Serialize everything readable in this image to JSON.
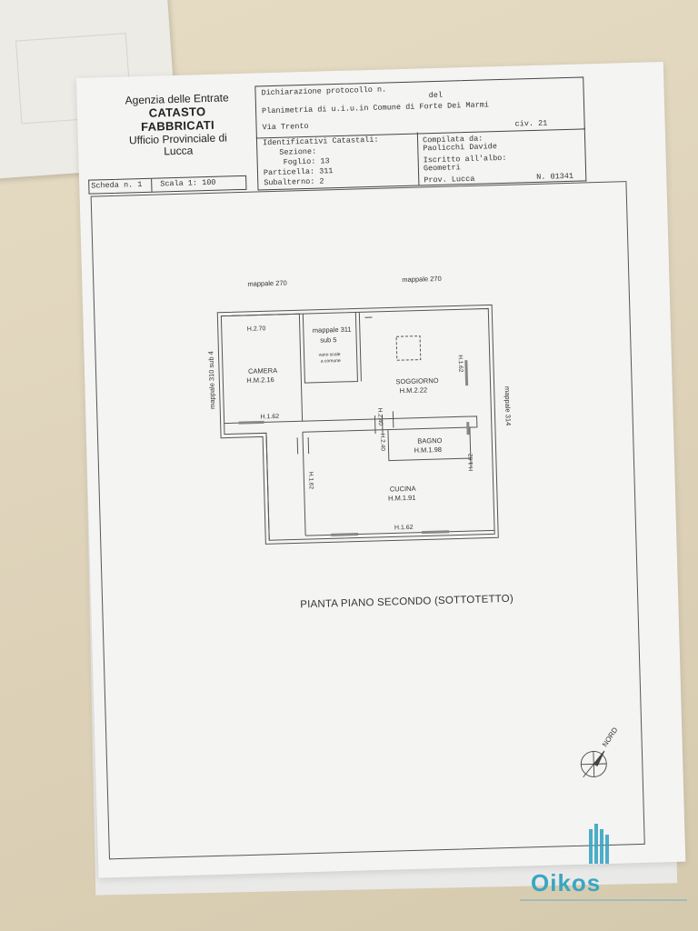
{
  "header_left": {
    "line1": "Agenzia delle Entrate",
    "line2": "CATASTO FABBRICATI",
    "line3": "Ufficio Provinciale di",
    "line4": "Lucca"
  },
  "header_box": {
    "protocol_label": "Dichiarazione protocollo n.",
    "protocol_del": "del",
    "planimetria": "Planimetria di u.i.u.in Comune di Forte Dei Marmi",
    "via": "Via Trento",
    "civico": "civ. 21"
  },
  "identificativi": {
    "title": "Identificativi Catastali:",
    "sezione": "Sezione:",
    "foglio": "Foglio: 13",
    "particella": "Particella: 311",
    "subalterno": "Subalterno: 2"
  },
  "compilata": {
    "title": "Compilata da:",
    "name": "Paolicchi Davide",
    "iscritto": "Iscritto all'albo:",
    "albo": "Geometri",
    "prov": "Prov. Lucca",
    "numero": "N. 01341"
  },
  "scheda": {
    "scheda": "Scheda n. 1",
    "scala": "Scala 1: 100"
  },
  "plan": {
    "mappale_270_left": "mappale 270",
    "mappale_270_right": "mappale 270",
    "mappale_310": "mappale 310 sub 4",
    "mappale_314": "mappale 314",
    "mappale_311": "mappale 311",
    "sub5": "sub 5",
    "vano_scale_1": "vano scale",
    "vano_scale_2": "a comune",
    "camera": "CAMERA",
    "camera_h": "H.M.2.16",
    "h270": "H.2.70",
    "h162_camera": "H.1.62",
    "soggiorno": "SOGGIORNO",
    "soggiorno_h": "H.M.2.22",
    "h162_sogg": "H.1.62",
    "h240_a": "H.2.40",
    "h240_b": "H.2.40",
    "bagno": "BAGNO",
    "bagno_h": "H.M.1.98",
    "cucina": "CUCINA",
    "cucina_h": "H.M.1.91",
    "h162_cuc_left": "H.1.62",
    "h162_cuc_right": "H.1.62",
    "h162_cuc_bottom": "H.1.62",
    "title": "PIANTA PIANO SECONDO (SOTTOTETTO)",
    "nord": "NORD"
  },
  "watermark": {
    "brand": "Oikos",
    "color": "#3aa6c2"
  }
}
